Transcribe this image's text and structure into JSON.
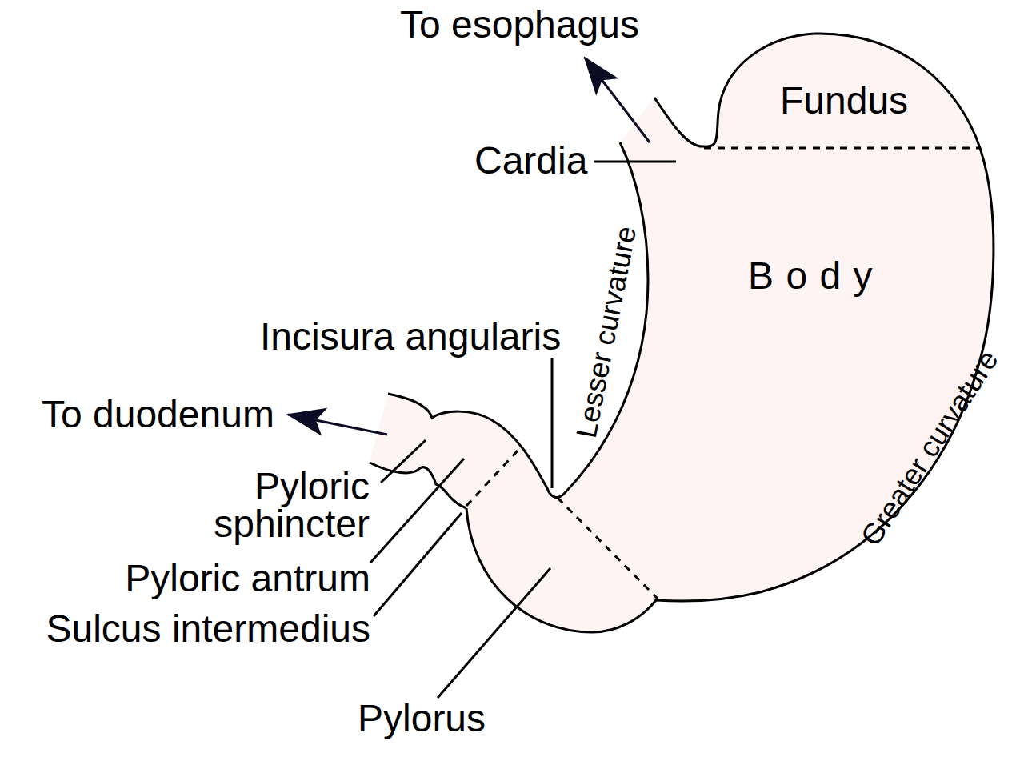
{
  "diagram": {
    "labels": [
      "To esophagus",
      "Fundus",
      "Cardia",
      "Lesser curvature",
      "Body",
      "Incisura angularis",
      "Greater curvature",
      "To duodenum",
      "Pyloric sphincter",
      "Pyloric antrum",
      "Sulcus intermedius",
      "Pylorus"
    ]
  }
}
